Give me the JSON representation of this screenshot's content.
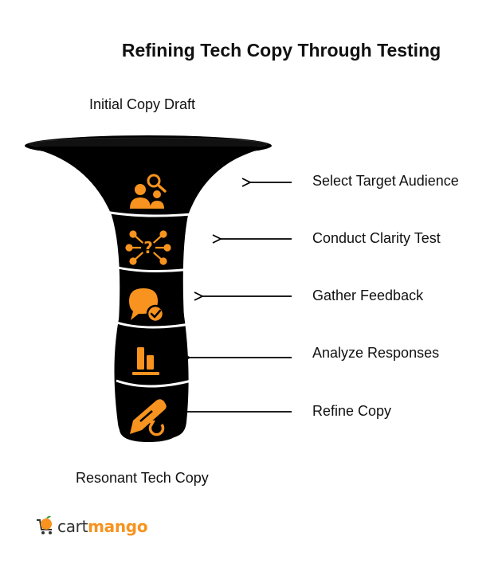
{
  "title": "Refining Tech Copy Through Testing",
  "top_label": "Initial Copy Draft",
  "bottom_label": "Resonant Tech Copy",
  "steps": [
    {
      "label": "Select Target Audience",
      "icon": "audience-search-icon"
    },
    {
      "label": "Conduct Clarity Test",
      "icon": "question-network-icon"
    },
    {
      "label": "Gather Feedback",
      "icon": "feedback-chat-icon"
    },
    {
      "label": "Analyze Responses",
      "icon": "bar-chart-icon"
    },
    {
      "label": "Refine Copy",
      "icon": "refine-pen-icon"
    }
  ],
  "colors": {
    "accent": "#f7931e",
    "funnel": "#000000",
    "text": "#111111"
  },
  "brand": {
    "cart": "cart",
    "mango": "mango"
  }
}
